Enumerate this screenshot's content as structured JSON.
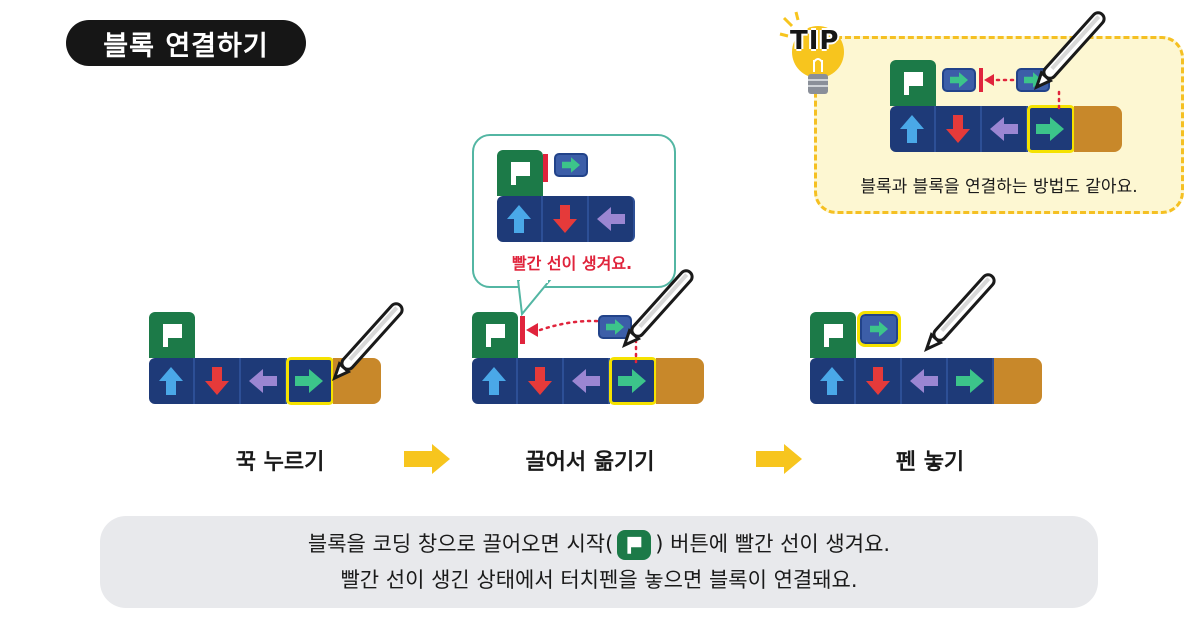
{
  "title": "블록 연결하기",
  "tip": {
    "badge": "TIP",
    "text": "블록과 블록을 연결하는 방법도 같아요."
  },
  "bubble_text": "빨간 선이 생겨요.",
  "steps": [
    {
      "caption": "꾹 누르기"
    },
    {
      "caption": "끌어서 옮기기"
    },
    {
      "caption": "펜 놓기"
    }
  ],
  "note": {
    "line1_before": "블록을 코딩 창으로 끌어오면 시작(",
    "line1_after": ") 버튼에 빨간 선이 생겨요.",
    "line2": "빨간 선이 생긴 상태에서 터치펜을 놓으면 블록이 연결돼요."
  },
  "colors": {
    "block_blue": "#1e3a78",
    "start_green": "#1c7a48",
    "tail_gold": "#c8882a",
    "highlight": "#f5e200",
    "arrow_up": "#4aa8e8",
    "arrow_down": "#e53a3a",
    "arrow_left": "#9b86d2",
    "arrow_right": "#3cc48a",
    "red_line": "#e0243c",
    "step_arrow": "#f7c51e"
  }
}
